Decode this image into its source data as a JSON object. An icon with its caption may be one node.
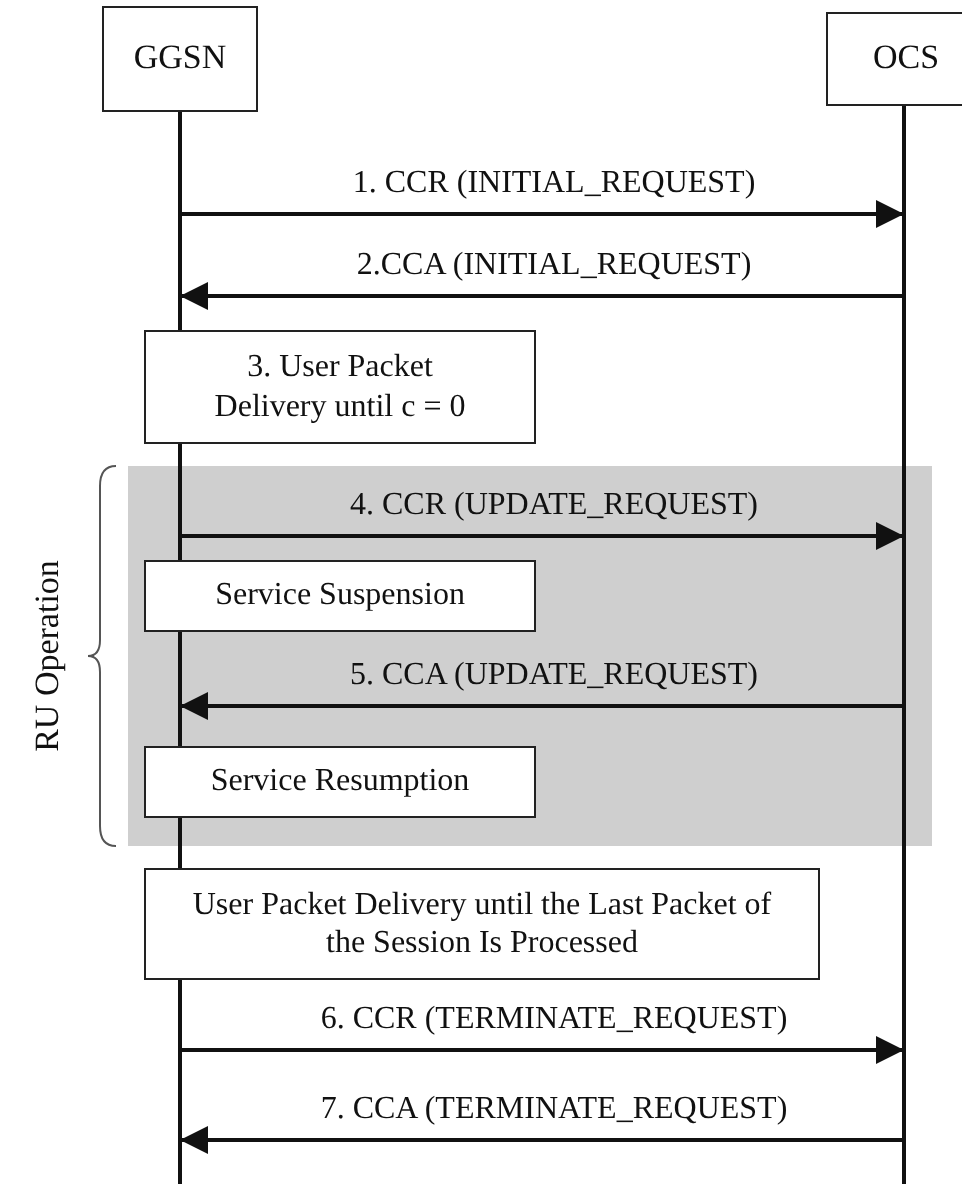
{
  "diagram": {
    "nodes": [
      {
        "text": [
          "GGSN"
        ]
      },
      {
        "text": [
          "OCS"
        ]
      },
      {
        "text": [
          "3. User Packet Delivery until c = 0"
        ]
      },
      {
        "text": [
          "RU Operation"
        ]
      },
      {
        "text": [
          "Service Suspension"
        ],
        "in": 3
      },
      {
        "text": [
          "Service Resumption"
        ],
        "in": 3
      },
      {
        "text": [
          "User Packet Delivery until the Last Packet of the Session Is Processed"
        ]
      }
    ],
    "edges": [
      {
        "from": 0,
        "to": 1,
        "arrow": "to",
        "label": "1. CCR (INITIAL_REQUEST)"
      },
      {
        "from": 1,
        "to": 0,
        "arrow": "to",
        "label": "2.CCA (INITIAL_REQUEST)"
      },
      {
        "from": 0,
        "to": 1,
        "arrow": "to",
        "label": "4. CCR (UPDATE_REQUEST)"
      },
      {
        "from": 1,
        "to": 0,
        "arrow": "to",
        "label": "5. CCA (UPDATE_REQUEST)"
      },
      {
        "from": 0,
        "to": 1,
        "arrow": "to",
        "label": "6. CCR (TERMINATE_REQUEST)"
      },
      {
        "from": 1,
        "to": 0,
        "arrow": "to",
        "label": "7. CCA (TERMINATE_REQUEST)"
      }
    ]
  }
}
